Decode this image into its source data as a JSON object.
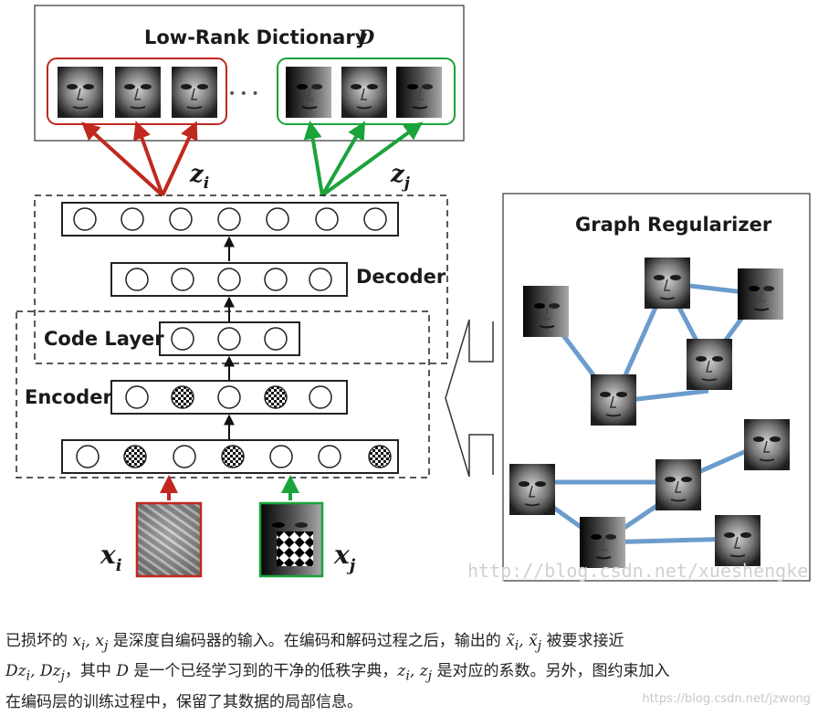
{
  "dictionary": {
    "title": "Low-Rank Dictionary",
    "symbol": "D"
  },
  "encoder_label": "Encoder",
  "code_layer_label": "Code Layer",
  "decoder_label": "Decoder",
  "graph_title": "Graph Regularizer",
  "labels": {
    "zi": "z",
    "zi_sub": "i",
    "zj": "z",
    "zj_sub": "j",
    "xi": "x",
    "xi_sub": "i",
    "xj": "x",
    "xj_sub": "j"
  },
  "ellipsis": "• • •",
  "watermark_figure": "http://blog.csdn.net/xueshengke",
  "caption": {
    "l1a": "已损坏的 ",
    "l1m1": "x",
    "l1s1": "i",
    "l1c1": ", ",
    "l1m2": "x",
    "l1s2": "j",
    "l1b": " 是深度自编码器的输入。在编码和解码过程之后，输出的 ",
    "l1m3": "x̃",
    "l1s3": "i",
    "l1c2": ", ",
    "l1m4": "x̃",
    "l1s4": "j",
    "l1c": " 被要求接近",
    "l2m1": "Dz",
    "l2s1": "i",
    "l2c1": ", ",
    "l2m2": "Dz",
    "l2s2": "j",
    "l2a": "，其中 ",
    "l2m3": "D",
    "l2b": " 是一个已经学习到的干净的低秩字典，",
    "l2m4": "z",
    "l2s4": "i",
    "l2c2": ", ",
    "l2m5": "z",
    "l2s5": "j",
    "l2c": " 是对应的系数。另外，图约束加入",
    "l3": "在编码层的训练过程中，保留了其数据的局部信息。"
  },
  "watermark_caption": "https://blog.csdn.net/jzwong",
  "colors": {
    "red": "#c0281e",
    "green": "#1aa33a",
    "blue": "#6b9ccc"
  }
}
